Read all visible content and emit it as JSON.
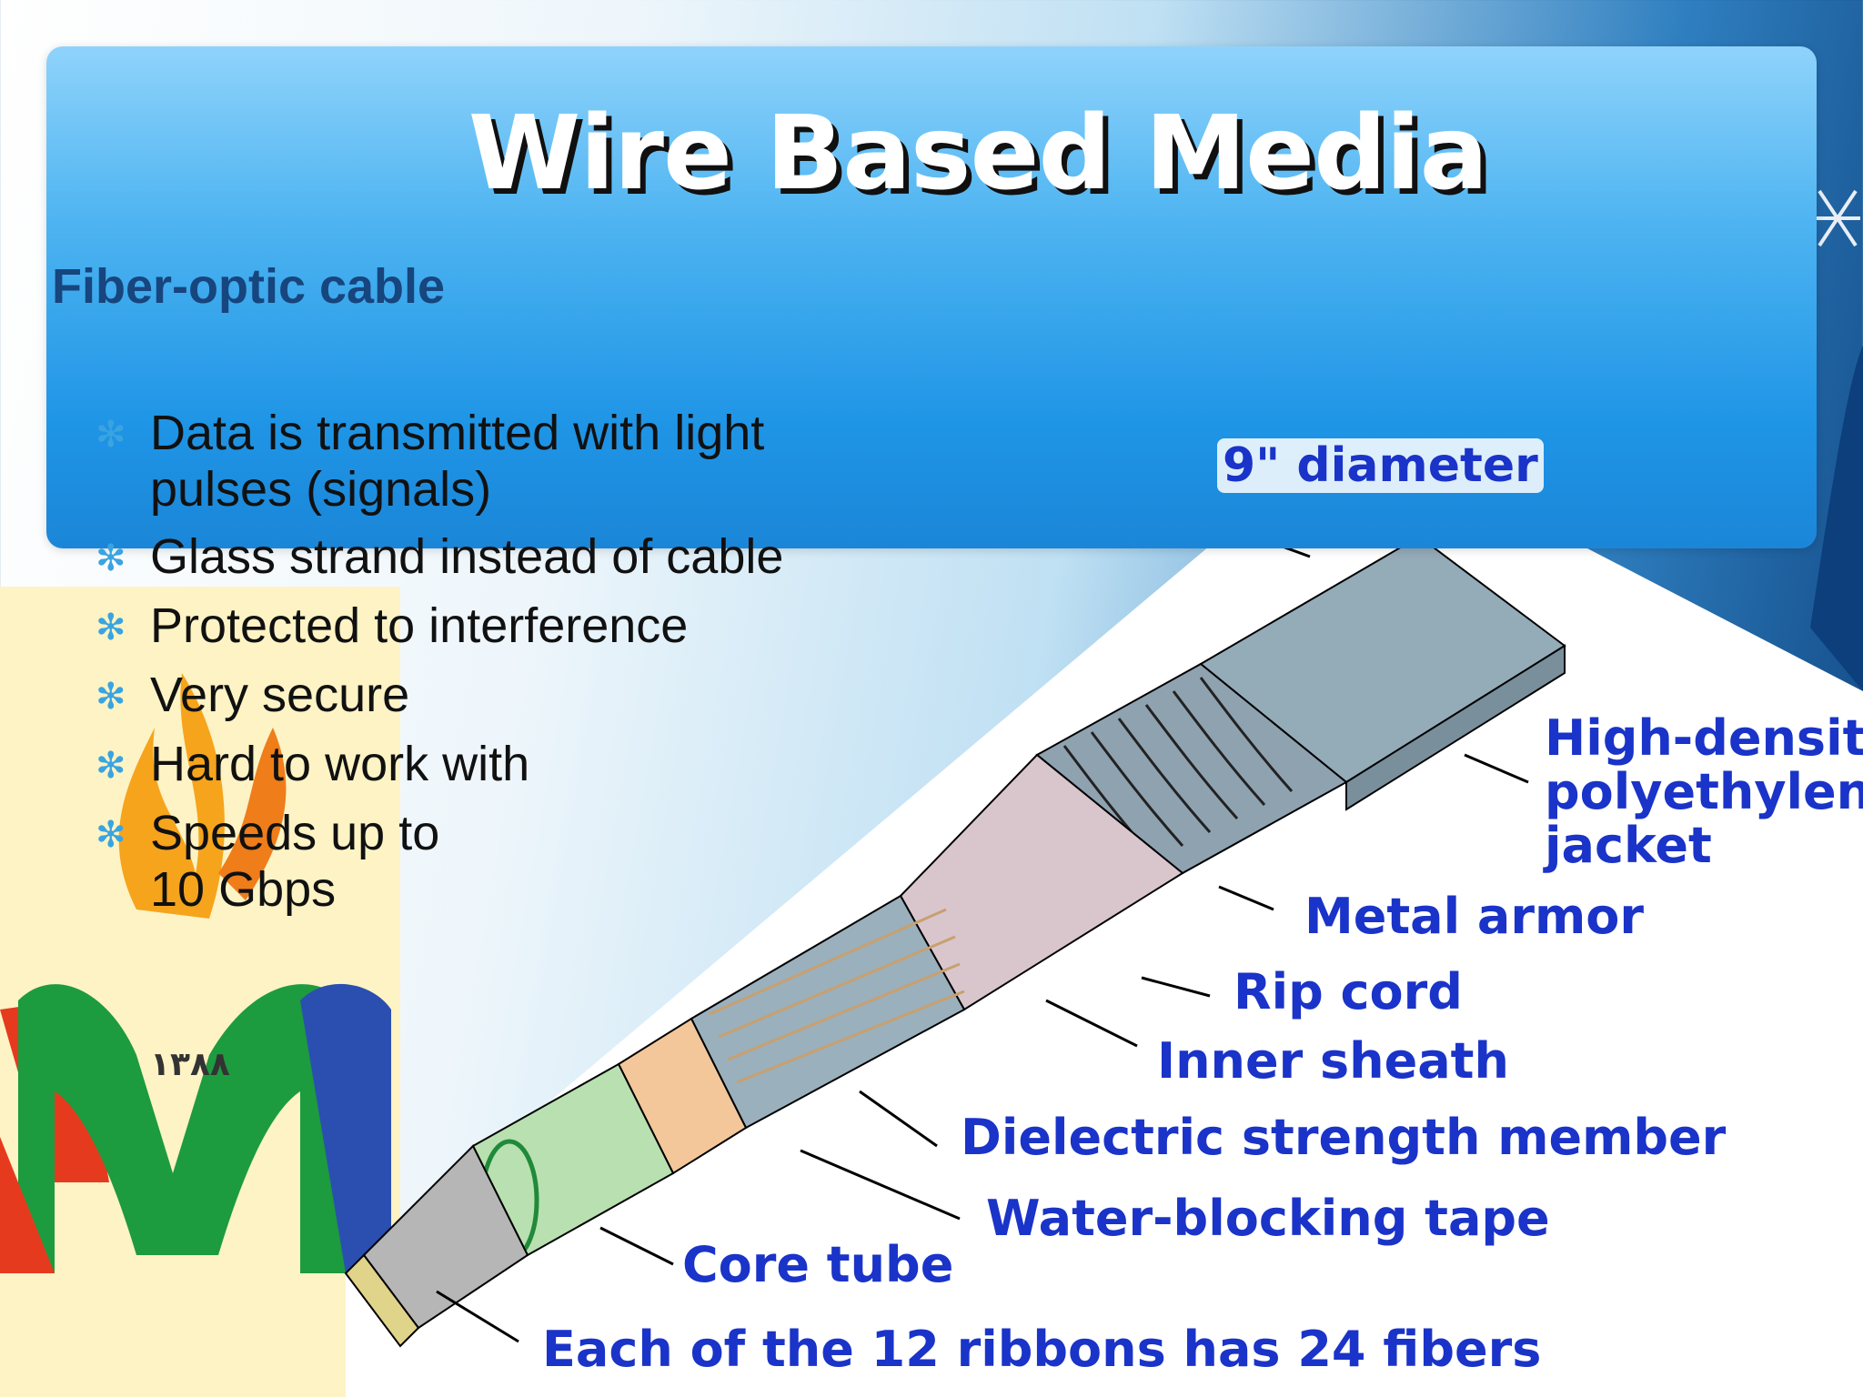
{
  "slide": {
    "title": "Wire Based Media",
    "subtitle": "Fiber-optic cable",
    "bullets": [
      "Data is transmitted with light pulses (signals)",
      "Glass strand instead of cable",
      "Protected to interference",
      "Very secure",
      "Hard to work with",
      "Speeds up to 10 Gbps"
    ],
    "bullet_icon": "snowflake-bullet-icon",
    "logo_text": "۱۳۸۸"
  },
  "diagram": {
    "diameter_label": "9\" diameter",
    "labels": {
      "jacket_l1": "High-density",
      "jacket_l2": "polyethylene",
      "jacket_l3": "jacket",
      "armor": "Metal armor",
      "rip_cord": "Rip cord",
      "inner_sheath": "Inner sheath",
      "dielectric": "Dielectric strength member",
      "water_tape": "Water-blocking tape",
      "core_tube": "Core tube",
      "ribbons": "Each of the 12 ribbons has 24 fibers"
    }
  },
  "colors": {
    "banner": "#1f95e6",
    "title_text": "#ffffff",
    "subtitle_text": "#17457d",
    "label_text": "#1a33c8",
    "jacket": "#94abb8",
    "inner_sheath": "#d9c6cc",
    "water_tape": "#f3c79a",
    "core_tube": "#b9e0b0"
  }
}
